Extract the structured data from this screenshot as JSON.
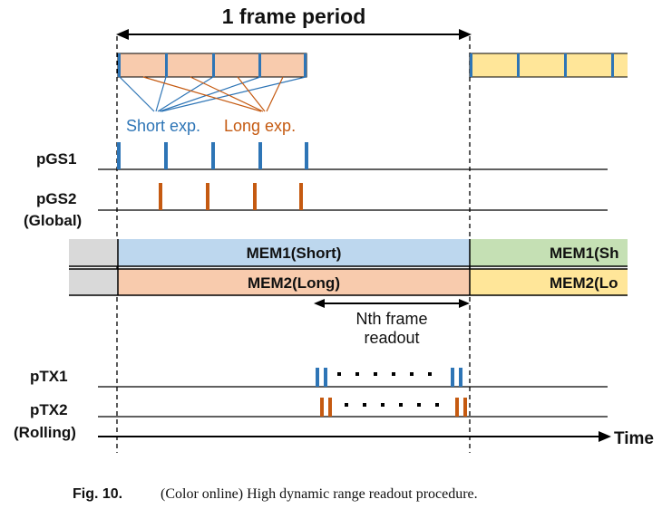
{
  "title": "1 frame period",
  "exposure": {
    "short_label": "Short exp.",
    "long_label": "Long exp."
  },
  "signals": {
    "pgs1": "pGS1",
    "pgs2": "pGS2",
    "global": "(Global)",
    "ptx1": "pTX1",
    "ptx2": "pTX2",
    "rolling": "(Rolling)"
  },
  "memory": {
    "mem1_current": "MEM1(Short)",
    "mem2_current": "MEM2(Long)",
    "mem1_next": "MEM1(Sh",
    "mem2_next": "MEM2(Lo"
  },
  "readout": {
    "line1": "Nth frame",
    "line2": "readout"
  },
  "axis": {
    "time_label": "Time"
  },
  "caption": {
    "prefix": "Fig. 10.",
    "text": "(Color online) High dynamic range readout procedure."
  },
  "colors": {
    "short": "#2e75b6",
    "long": "#c55a11",
    "mem1_fill": "#bdd7ee",
    "mem2_fill": "#f8cbad",
    "mem1_next_fill": "#c5e0b4",
    "mem2_next_fill": "#ffe699",
    "frame_short_fill": "#f8cbad",
    "frame_next_fill": "#ffe699",
    "gray": "#d9d9d9"
  }
}
